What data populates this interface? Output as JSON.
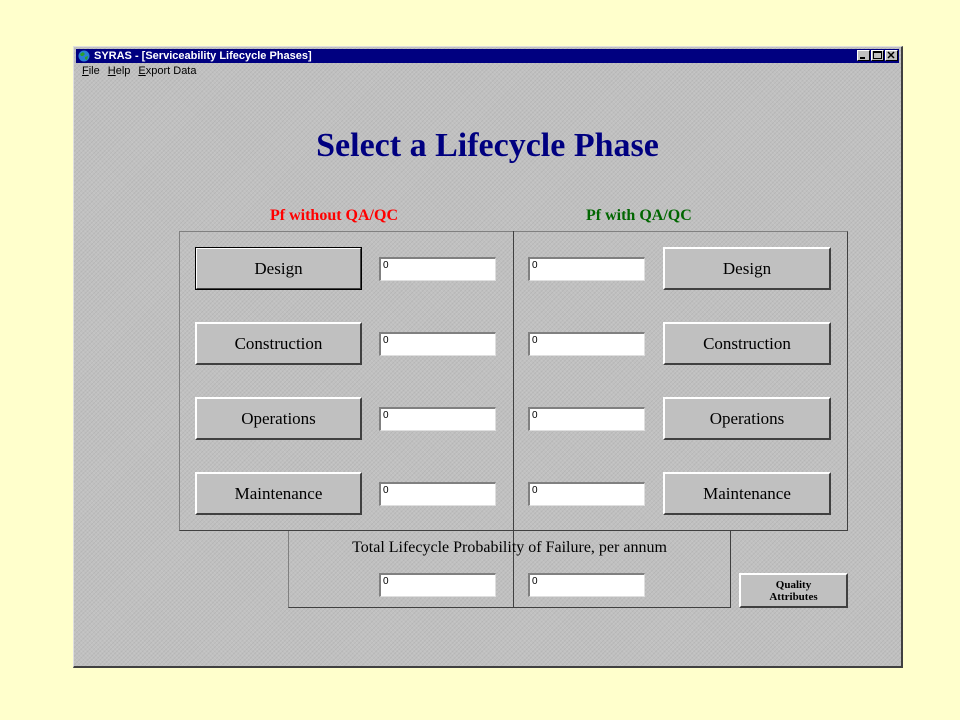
{
  "window": {
    "title": "SYRAS - [Serviceability Lifecycle Phases]"
  },
  "menu": [
    {
      "underline": "F",
      "rest": "ile"
    },
    {
      "underline": "H",
      "rest": "elp"
    },
    {
      "underline": "E",
      "rest": "xport Data"
    }
  ],
  "heading": "Select a Lifecycle Phase",
  "left_column": {
    "label": "Pf without QA/QC",
    "phases": [
      {
        "label": "Design",
        "value": "0"
      },
      {
        "label": "Construction",
        "value": "0"
      },
      {
        "label": "Operations",
        "value": "0"
      },
      {
        "label": "Maintenance",
        "value": "0"
      }
    ]
  },
  "right_column": {
    "label": "Pf with QA/QC",
    "phases": [
      {
        "label": "Design",
        "value": "0"
      },
      {
        "label": "Construction",
        "value": "0"
      },
      {
        "label": "Operations",
        "value": "0"
      },
      {
        "label": "Maintenance",
        "value": "0"
      }
    ]
  },
  "total": {
    "label": "Total Lifecycle Probability of Failure, per annum",
    "without_value": "0",
    "with_value": "0"
  },
  "quality_button": {
    "line1": "Quality",
    "line2": "Attributes"
  },
  "colors": {
    "background": "#ffffcc",
    "titlebar": "#000080",
    "window": "#c0c0c0",
    "heading": "#000080",
    "without_label": "#ff0000",
    "with_label": "#006600"
  },
  "icons": [
    "app-globe-icon",
    "minimize-icon",
    "maximize-icon",
    "close-icon"
  ]
}
